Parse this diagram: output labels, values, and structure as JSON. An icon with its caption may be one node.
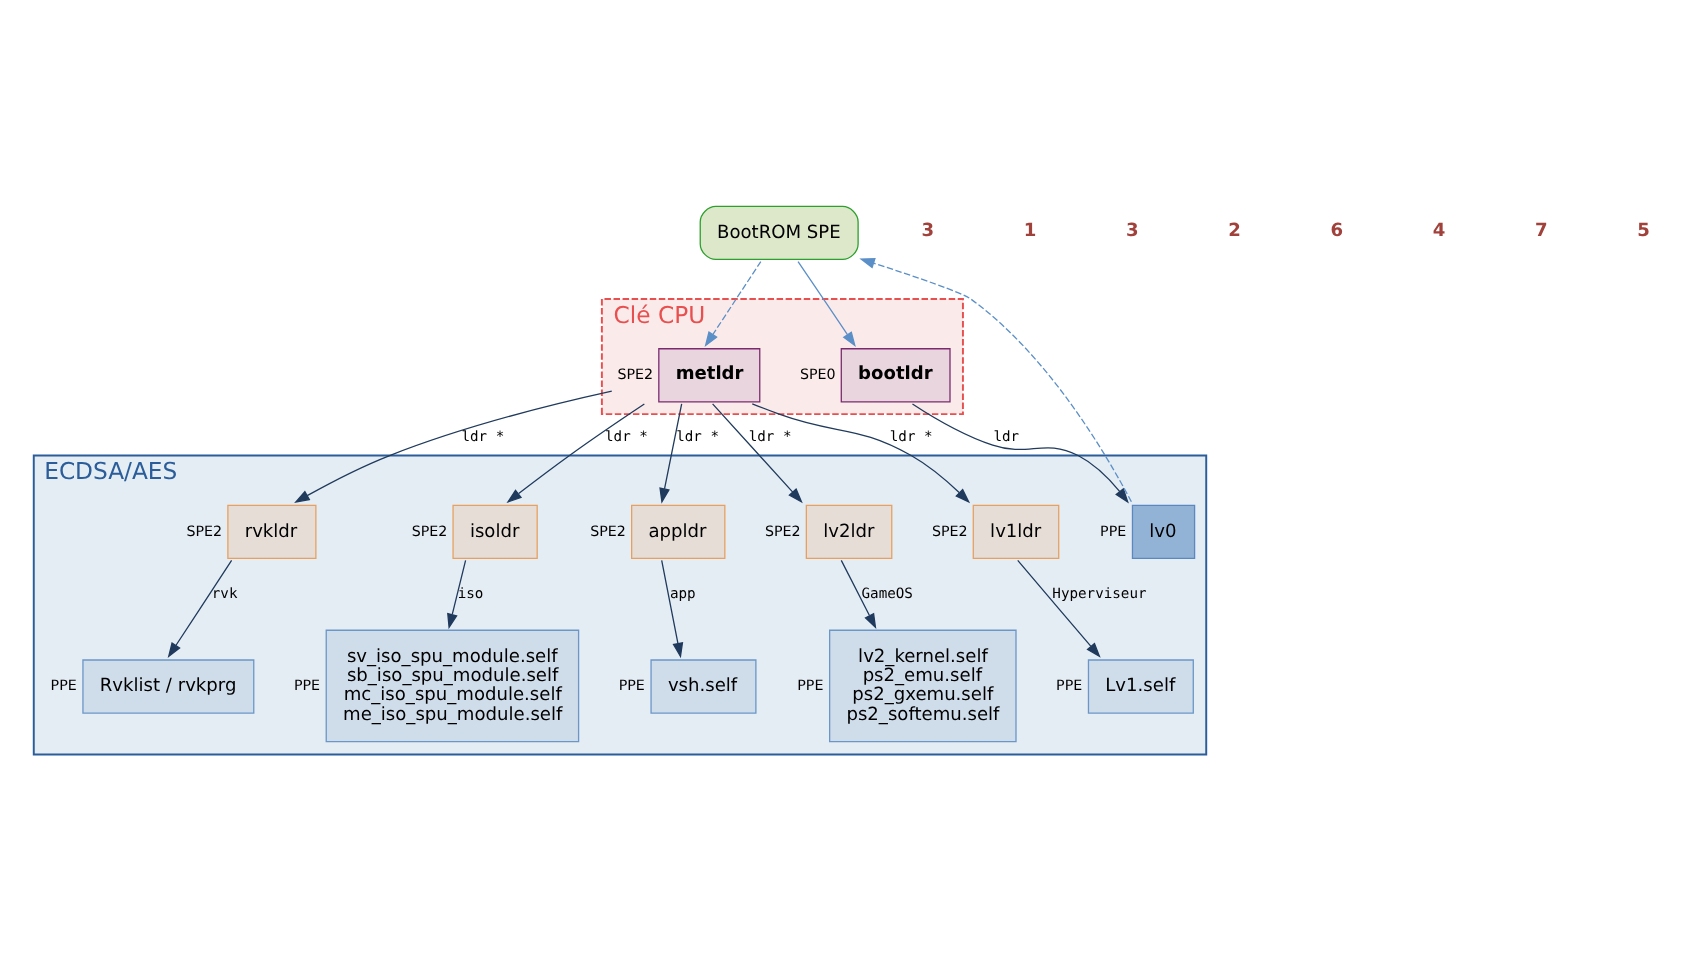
{
  "diagram": {
    "nodes": [
      {
        "text": [
          "BootROM SPE"
        ]
      },
      {
        "text": [
          "Clé CPU"
        ]
      },
      {
        "text": [
          "metldr"
        ],
        "in": 1,
        "beside": [
          "SPE2"
        ]
      },
      {
        "text": [
          "bootldr"
        ],
        "in": 1,
        "beside": [
          "SPE0"
        ]
      },
      {
        "text": [
          "ECDSA/AES"
        ]
      },
      {
        "text": [
          "rvkldr"
        ],
        "in": 4,
        "beside": [
          "SPE2"
        ]
      },
      {
        "text": [
          "isoldr"
        ],
        "in": 4,
        "beside": [
          "SPE2"
        ]
      },
      {
        "text": [
          "appldr"
        ],
        "in": 4,
        "beside": [
          "SPE2"
        ]
      },
      {
        "text": [
          "lv2ldr"
        ],
        "in": 4,
        "beside": [
          "SPE2"
        ]
      },
      {
        "text": [
          "lv1ldr"
        ],
        "in": 4,
        "beside": [
          "SPE2"
        ]
      },
      {
        "text": [
          "lv0"
        ],
        "in": 4,
        "beside": [
          "PPE"
        ]
      },
      {
        "text": [
          "Rvklist / rvkprg"
        ],
        "in": 4,
        "beside": [
          "PPE"
        ]
      },
      {
        "text": [
          "sv_iso_spu_module.self",
          "sb_iso_spu_module.self",
          "mc_iso_spu_module.self",
          "me_iso_spu_module.self"
        ],
        "in": 4,
        "beside": [
          "PPE"
        ]
      },
      {
        "text": [
          "vsh.self"
        ],
        "in": 4,
        "beside": [
          "PPE"
        ]
      },
      {
        "text": [
          "lv2_kernel.self",
          "ps2_emu.self",
          "ps2_gxemu.self",
          "ps2_softemu.self"
        ],
        "in": 4,
        "beside": [
          "PPE"
        ]
      },
      {
        "text": [
          "Lv1.self"
        ],
        "in": 4,
        "beside": [
          "PPE"
        ]
      }
    ],
    "edges": [
      {
        "from": 0,
        "to": 3,
        "arrow": "to",
        "color": "#5b8fc7"
      },
      {
        "from": 0,
        "to": 2,
        "arrow": "to",
        "color": "#5b8fc7",
        "style": "dashed"
      },
      {
        "from": 10,
        "to": 0,
        "arrow": "to",
        "color": "#5b8fc7",
        "style": "dashed"
      },
      {
        "from": 3,
        "to": 10,
        "arrow": "to",
        "label": "ldr"
      },
      {
        "from": 2,
        "to": 5,
        "arrow": "to",
        "label": "ldr *"
      },
      {
        "from": 2,
        "to": 6,
        "arrow": "to",
        "label": "ldr *"
      },
      {
        "from": 2,
        "to": 7,
        "arrow": "to",
        "label": "ldr *"
      },
      {
        "from": 2,
        "to": 8,
        "arrow": "to",
        "label": "ldr *"
      },
      {
        "from": 2,
        "to": 9,
        "arrow": "to",
        "label": "ldr *"
      },
      {
        "from": 5,
        "to": 11,
        "arrow": "to",
        "label": "rvk"
      },
      {
        "from": 6,
        "to": 12,
        "arrow": "to",
        "label": "iso"
      },
      {
        "from": 7,
        "to": 13,
        "arrow": "to",
        "label": "app"
      },
      {
        "from": 8,
        "to": 14,
        "arrow": "to",
        "label": "GameOS"
      },
      {
        "from": 9,
        "to": 15,
        "arrow": "to",
        "label": "Hyperviseur"
      }
    ],
    "labels": [
      "3",
      "1",
      "3",
      "2",
      "6",
      "4",
      "7",
      "5"
    ]
  }
}
